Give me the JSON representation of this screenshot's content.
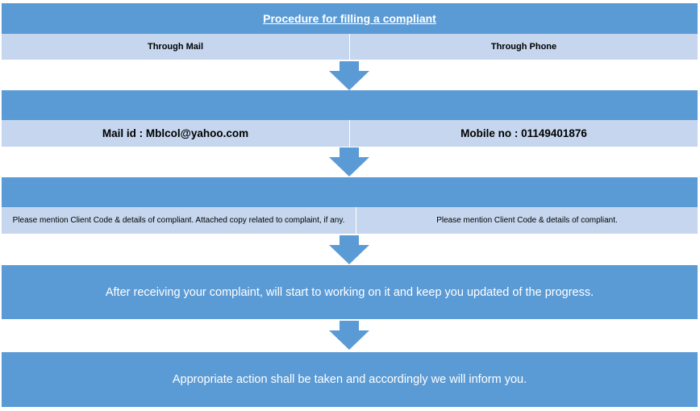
{
  "title": "Procedure for filling a compliant",
  "channels": {
    "mail": "Through Mail",
    "phone": "Through Phone"
  },
  "contacts": {
    "mail": "Mail id : Mblcol@yahoo.com",
    "phone": "Mobile no : 01149401876"
  },
  "instructions": {
    "mail": "Please mention Client Code & details of compliant. Attached copy related to complaint, if any.",
    "phone": "Please mention Client Code & details of compliant."
  },
  "step4": "After receiving your complaint, will start to working on it and keep you updated of the progress.",
  "step5": "Appropriate action shall be taken and accordingly we will inform you.",
  "colors": {
    "primary": "#5b9bd5",
    "light": "#c5d6ee"
  }
}
